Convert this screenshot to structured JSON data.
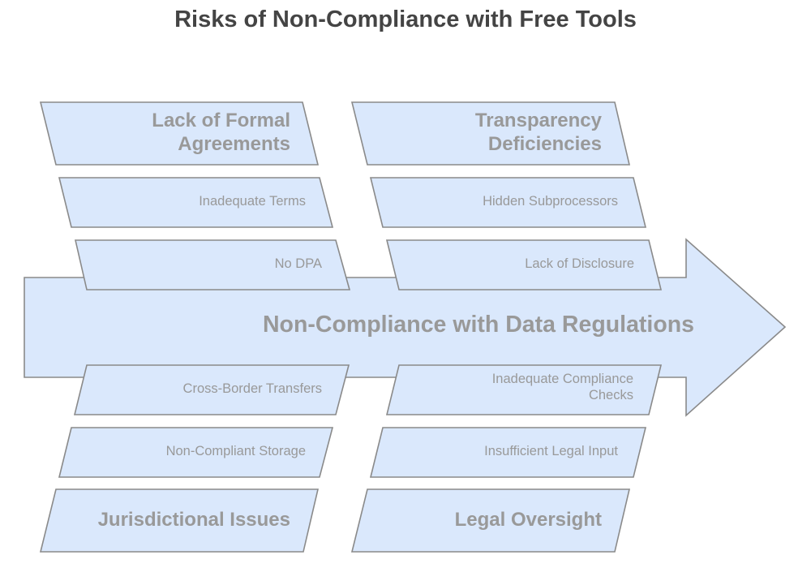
{
  "title": "Risks of Non-Compliance with Free Tools",
  "spine": {
    "label": "Non-Compliance with Data Regulations",
    "fill": "#dae8fc",
    "stroke": "#8a8a8a"
  },
  "categories": [
    {
      "label": "Lack of Formal Agreements",
      "position": "top-left",
      "causes": [
        "Inadequate Terms",
        "No DPA"
      ]
    },
    {
      "label": "Transparency Deficiencies",
      "position": "top-right",
      "causes": [
        "Hidden Subprocessors",
        "Lack of Disclosure"
      ]
    },
    {
      "label": "Jurisdictional Issues",
      "position": "bottom-left",
      "causes": [
        "Cross-Border Transfers",
        "Non-Compliant Storage"
      ]
    },
    {
      "label": "Legal Oversight",
      "position": "bottom-right",
      "causes": [
        "Inadequate Compliance Checks",
        "Insufficient Legal Input"
      ]
    }
  ],
  "labels": {
    "tl_main_1": "Lack of Formal",
    "tl_main_2": "Agreements",
    "tl_sub_1": "Inadequate Terms",
    "tl_sub_2": "No DPA",
    "tr_main_1": "Transparency",
    "tr_main_2": "Deficiencies",
    "tr_sub_1": "Hidden Subprocessors",
    "tr_sub_2": "Lack of Disclosure",
    "bl_sub_1": "Cross-Border Transfers",
    "bl_sub_2": "Non-Compliant Storage",
    "bl_main": "Jurisdictional Issues",
    "br_sub_1_line1": "Inadequate Compliance",
    "br_sub_1_line2": "Checks",
    "br_sub_2": "Insufficient Legal Input",
    "br_main": "Legal Oversight"
  }
}
